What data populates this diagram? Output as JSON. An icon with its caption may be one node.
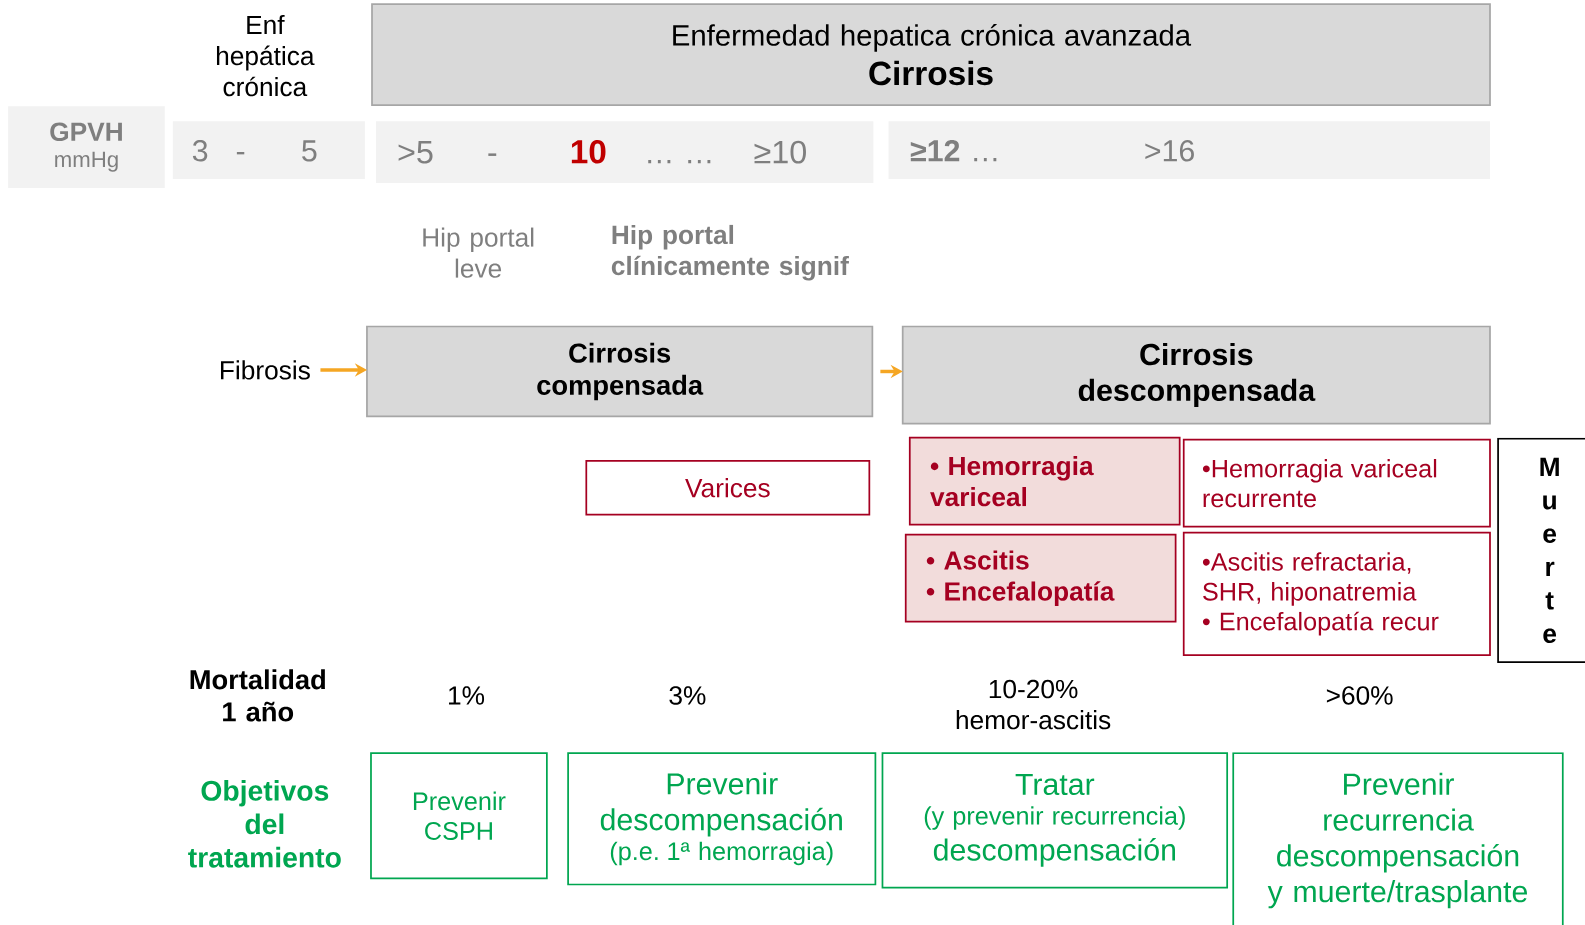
{
  "diagram": {
    "nodes": [
      {
        "text": [
          "Enfermedad hepatica crónica avanzada",
          "Cirrosis"
        ]
      },
      {
        "text": [
          "GPVH",
          "mmHg"
        ]
      },
      {
        "text": [
          "3",
          "-",
          "5"
        ]
      },
      {
        "text": [
          ">5",
          "-",
          "10",
          "… …",
          "≥10"
        ]
      },
      {
        "text": [
          "**≥12** …",
          ">16"
        ]
      },
      {
        "text": [
          "Fibrosis"
        ]
      },
      {
        "text": [
          "Cirrosis compensada"
        ]
      },
      {
        "text": [
          "Cirrosis descompensada"
        ]
      },
      {
        "text": [
          "Varices"
        ]
      },
      {
        "text": [
          "• Hemorragia variceal"
        ]
      },
      {
        "text": [
          "• Ascitis",
          "• Encefalopatía"
        ]
      },
      {
        "text": [
          "•Hemorragia variceal recurrente"
        ]
      },
      {
        "text": [
          "•Ascitis refractaria, SHR, hiponatremia",
          "• Encefalopatía recur"
        ]
      },
      {
        "text": [
          "Muerte"
        ]
      },
      {
        "text": [
          "Prevenir CSPH"
        ]
      },
      {
        "text": [
          "Prevenir descompensación",
          "(p.e. 1ª hemorragia)"
        ]
      },
      {
        "text": [
          "Tratar",
          "(y prevenir recurrencia)",
          "descompensación"
        ]
      },
      {
        "text": [
          "Prevenir recurrencia descompensación y muerte/trasplante"
        ]
      }
    ],
    "edges": [
      {
        "from": 5,
        "to": 6,
        "arrow": "to"
      },
      {
        "from": 6,
        "to": 7,
        "arrow": "to"
      }
    ],
    "labels": [
      "Enf hepática crónica",
      "Hip portal leve",
      "Hip portal clínicamente signif",
      "Mortalidad 1 año",
      "1%",
      "3%",
      "10-20% hemor-ascitis",
      ">60%",
      "Objetivos del tratamiento"
    ]
  }
}
